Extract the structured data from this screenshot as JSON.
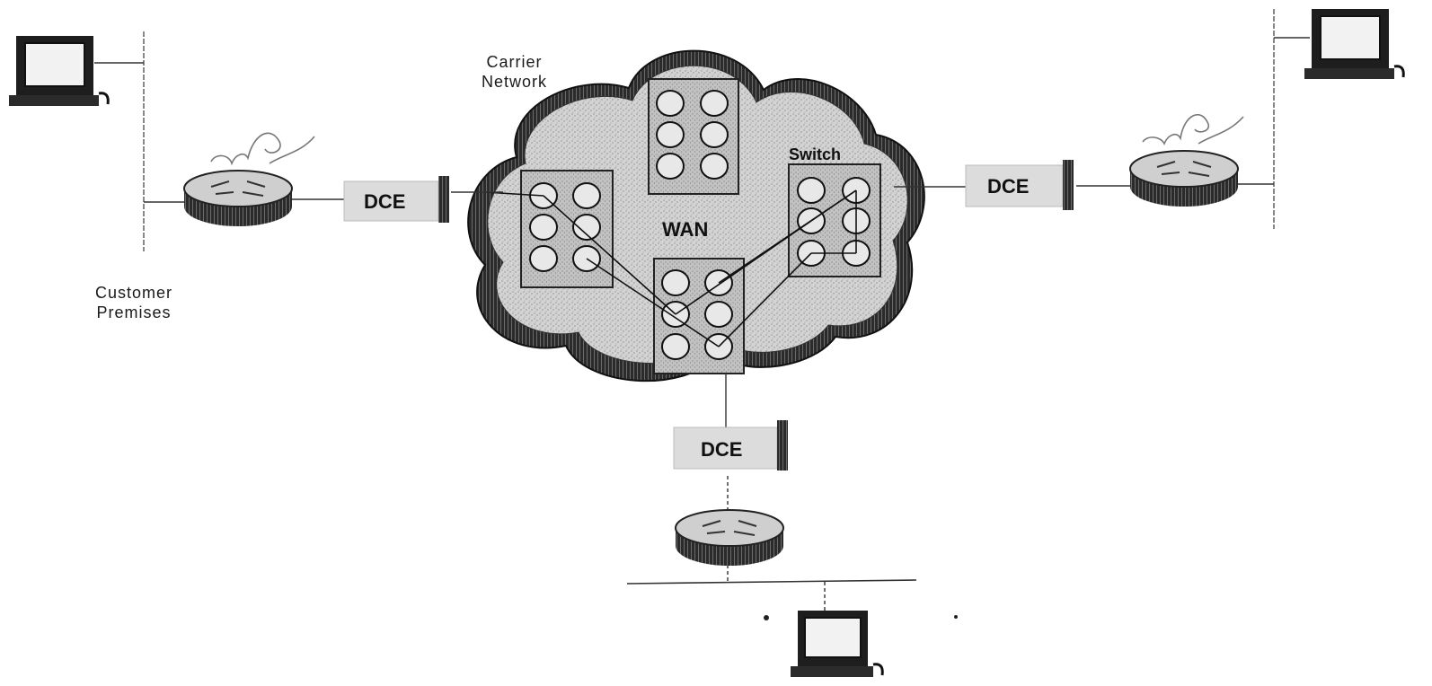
{
  "labels": {
    "carrier_network": [
      "Carrier",
      "Network"
    ],
    "customer_premises": [
      "Customer",
      "Premises"
    ],
    "wan": "WAN",
    "switch": "Switch",
    "dce": "DCE"
  },
  "colors": {
    "line": "#222222",
    "cloud_fill": "#d6d6d6",
    "cloud_shadow": "#2a2a2a",
    "box_fill": "#c4c4c4",
    "dce_fill": "#dcdcdc"
  },
  "icons": {
    "workstation": "computer-icon",
    "router": "router-icon",
    "dce": "dce-box",
    "switch": "wan-switch-icon"
  }
}
